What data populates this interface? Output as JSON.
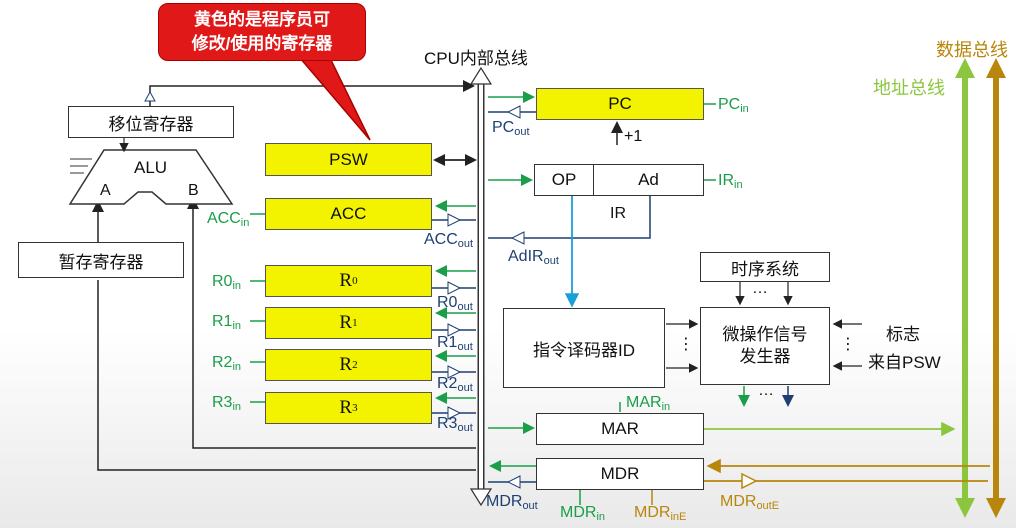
{
  "callout": {
    "line1": "黄色的是程序员可",
    "line2": "修改/使用的寄存器"
  },
  "bus": {
    "cpu_internal": "CPU内部总线",
    "data_bus": "数据总线",
    "address_bus": "地址总线"
  },
  "left": {
    "shift_register": "移位寄存器",
    "alu": "ALU",
    "alu_a": "A",
    "alu_b": "B",
    "temp_register": "暂存寄存器"
  },
  "registers": {
    "psw": "PSW",
    "acc": "ACC",
    "r0": "R",
    "r0_sub": "0",
    "r1": "R",
    "r1_sub": "1",
    "r2": "R",
    "r2_sub": "2",
    "r3": "R",
    "r3_sub": "3"
  },
  "signals": {
    "acc_in": "ACC",
    "acc_in_sub": "in",
    "acc_out": "ACC",
    "acc_out_sub": "out",
    "r0_in": "R0",
    "r0_in_sub": "in",
    "r0_out": "R0",
    "r0_out_sub": "out",
    "r1_in": "R1",
    "r1_in_sub": "in",
    "r1_out": "R1",
    "r1_out_sub": "out",
    "r2_in": "R2",
    "r2_in_sub": "in",
    "r2_out": "R2",
    "r2_out_sub": "out",
    "r3_in": "R3",
    "r3_in_sub": "in",
    "r3_out": "R3",
    "r3_out_sub": "out",
    "pc_in": "PC",
    "pc_in_sub": "in",
    "pc_out": "PC",
    "pc_out_sub": "out",
    "pc_plus": "+1",
    "ir_in": "IR",
    "ir_in_sub": "in",
    "ad_ir_out": "AdIR",
    "ad_ir_out_sub": "out",
    "mar_in": "MAR",
    "mar_in_sub": "in",
    "mdr_out": "MDR",
    "mdr_out_sub": "out",
    "mdr_in": "MDR",
    "mdr_in_sub": "in",
    "mdr_in_e": "MDR",
    "mdr_in_e_sub": "inE",
    "mdr_out_e": "MDR",
    "mdr_out_e_sub": "outE"
  },
  "right": {
    "pc": "PC",
    "op": "OP",
    "ad": "Ad",
    "ir": "IR",
    "decoder": "指令译码器ID",
    "timing": "时序系统",
    "micro_gen_line1": "微操作信号",
    "micro_gen_line2": "发生器",
    "flags_line1": "标志",
    "flags_line2": "来自PSW",
    "mar": "MAR",
    "mdr": "MDR",
    "dots": "…",
    "vdots": "⋮"
  },
  "colors": {
    "register_fill": "#f3f300",
    "signal_green": "#1a9e4a",
    "signal_blue": "#1f3f73",
    "data_bus": "#b8860b",
    "address_bus": "#8cc63f",
    "callout": "#e01818"
  }
}
